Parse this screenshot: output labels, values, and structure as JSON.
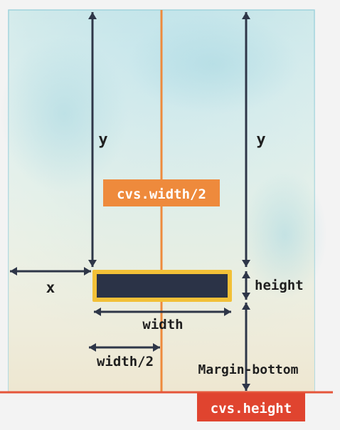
{
  "labels": {
    "y_left": "y",
    "y_right": "y",
    "x": "x",
    "height": "height",
    "width": "width",
    "half_width": "width/2",
    "margin_bottom": "Margin-bottom",
    "center_tag": "cvs.width/2",
    "bottom_tag": "cvs.height"
  },
  "colors": {
    "arrow": "#2e3648",
    "paddle_fill": "#2b3347",
    "paddle_border": "#f2c037",
    "center_line": "#ee8a3c",
    "center_tag_bg": "#ee8a3c",
    "bottom_line": "#e5553a",
    "bottom_tag_bg": "#e0442f",
    "tag_text": "#ffffff",
    "label_text": "#1f1f1f"
  }
}
